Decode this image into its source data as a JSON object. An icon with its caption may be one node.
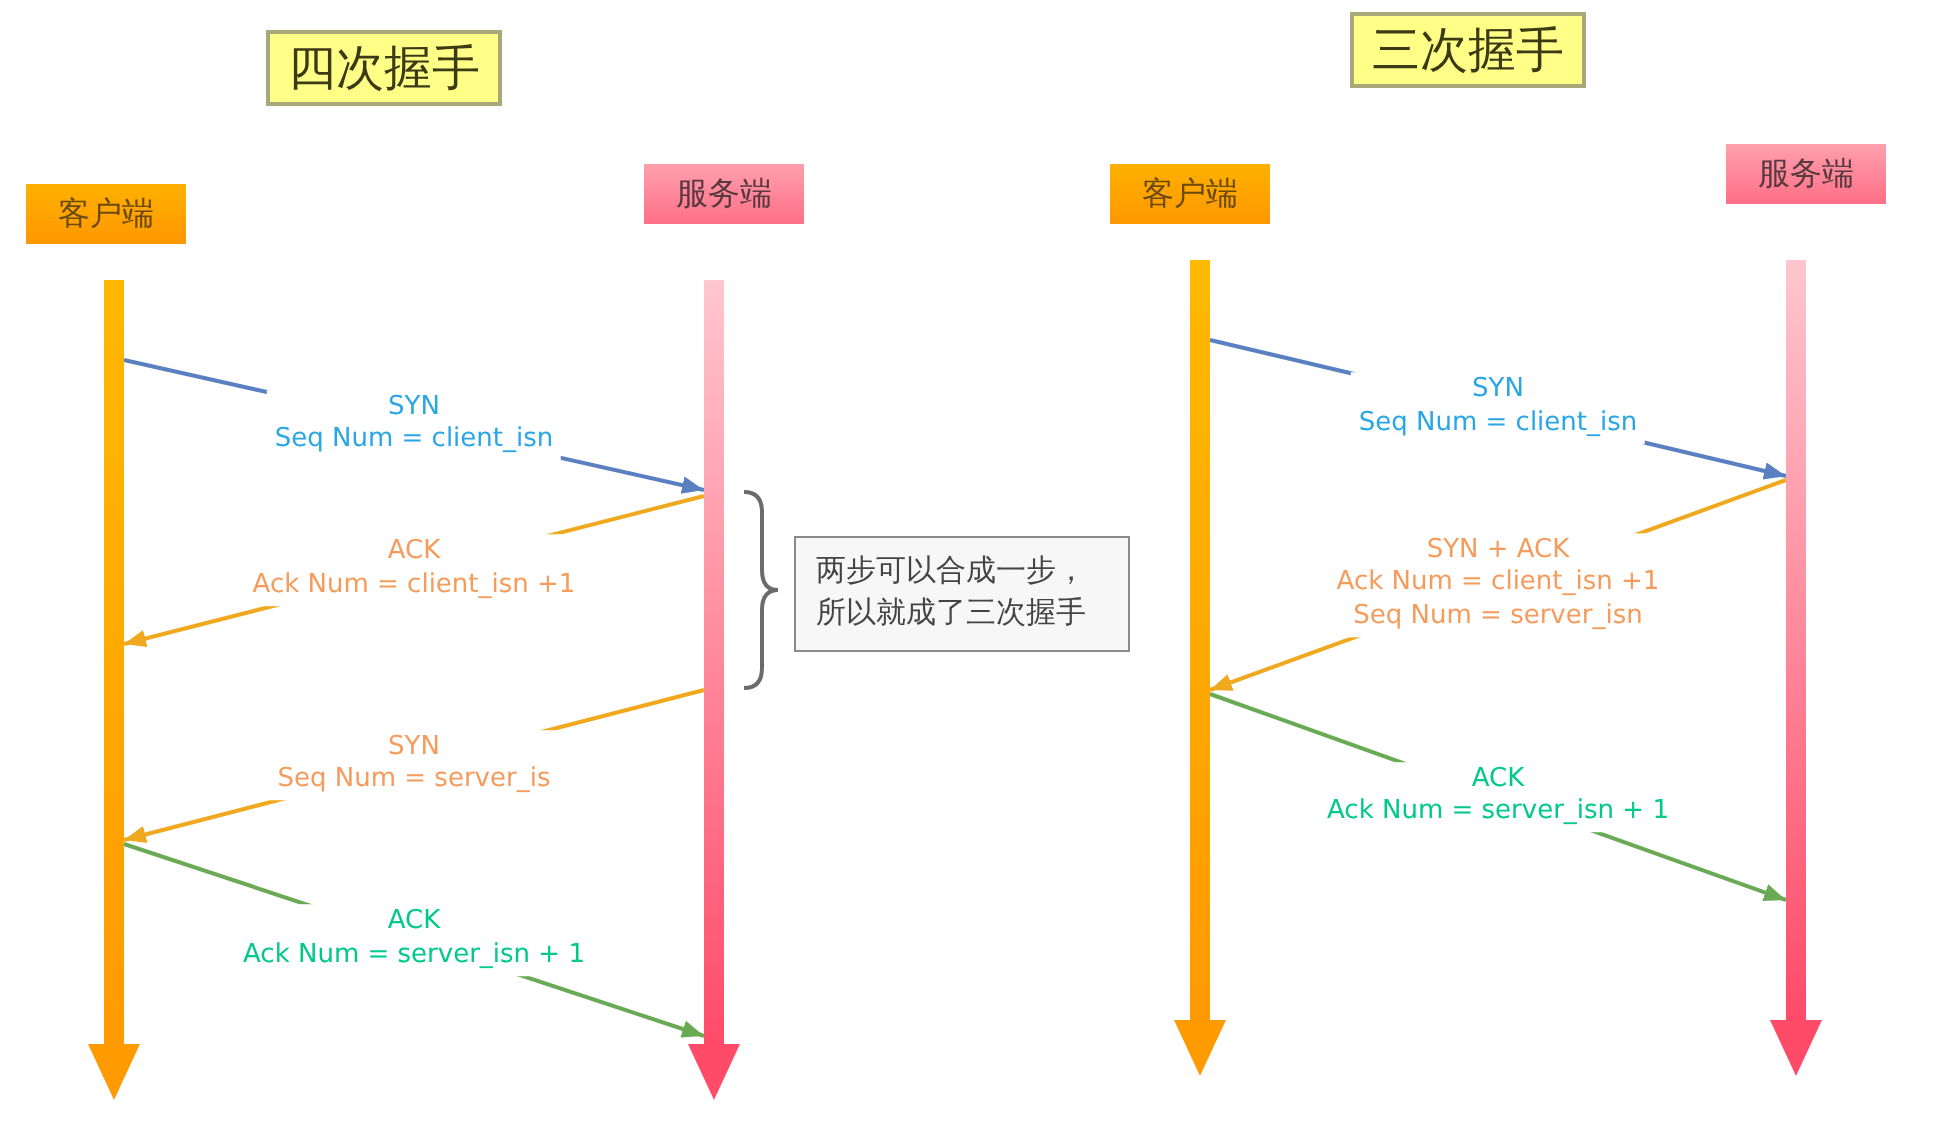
{
  "diagram": {
    "nodes": [
      {
        "text": [
          "四次握手"
        ]
      },
      {
        "text": [
          "客户端"
        ]
      },
      {
        "text": [
          "服务端"
        ]
      },
      {
        "text": [],
        "shape": "arrow"
      },
      {
        "text": [],
        "shape": "arrow"
      },
      {
        "text": [
          "两步可以合成一步，所以就成了三次握手"
        ]
      },
      {
        "text": [
          "三次握手"
        ]
      },
      {
        "text": [
          "客户端"
        ]
      },
      {
        "text": [
          "服务端"
        ]
      },
      {
        "text": [],
        "shape": "arrow"
      },
      {
        "text": [],
        "shape": "arrow"
      }
    ],
    "edges": [
      {
        "from": 3,
        "to": 4,
        "arrow": "to",
        "label": "SYN Seq Num = client_isn",
        "color": "#5b80c2"
      },
      {
        "from": 4,
        "to": 3,
        "arrow": "to",
        "label": "ACK Ack Num = client_isn +1"
      },
      {
        "from": 4,
        "to": 3,
        "arrow": "to",
        "label": "SYN Seq Num = server_is"
      },
      {
        "from": 3,
        "to": 4,
        "arrow": "to",
        "label": "ACK Ack Num = server_isn + 1",
        "color": "#6aaa55"
      },
      {
        "from": 9,
        "to": 10,
        "arrow": "to",
        "label": "SYN Seq Num = client_isn",
        "color": "#5b80c2"
      },
      {
        "from": 10,
        "to": 9,
        "arrow": "to",
        "label": "SYN + ACK Ack Num = client_isn +1 Seq Num = server_isn"
      },
      {
        "from": 9,
        "to": 10,
        "arrow": "to",
        "label": "ACK Ack Num = server_isn + 1",
        "color": "#6aaa55"
      }
    ]
  }
}
